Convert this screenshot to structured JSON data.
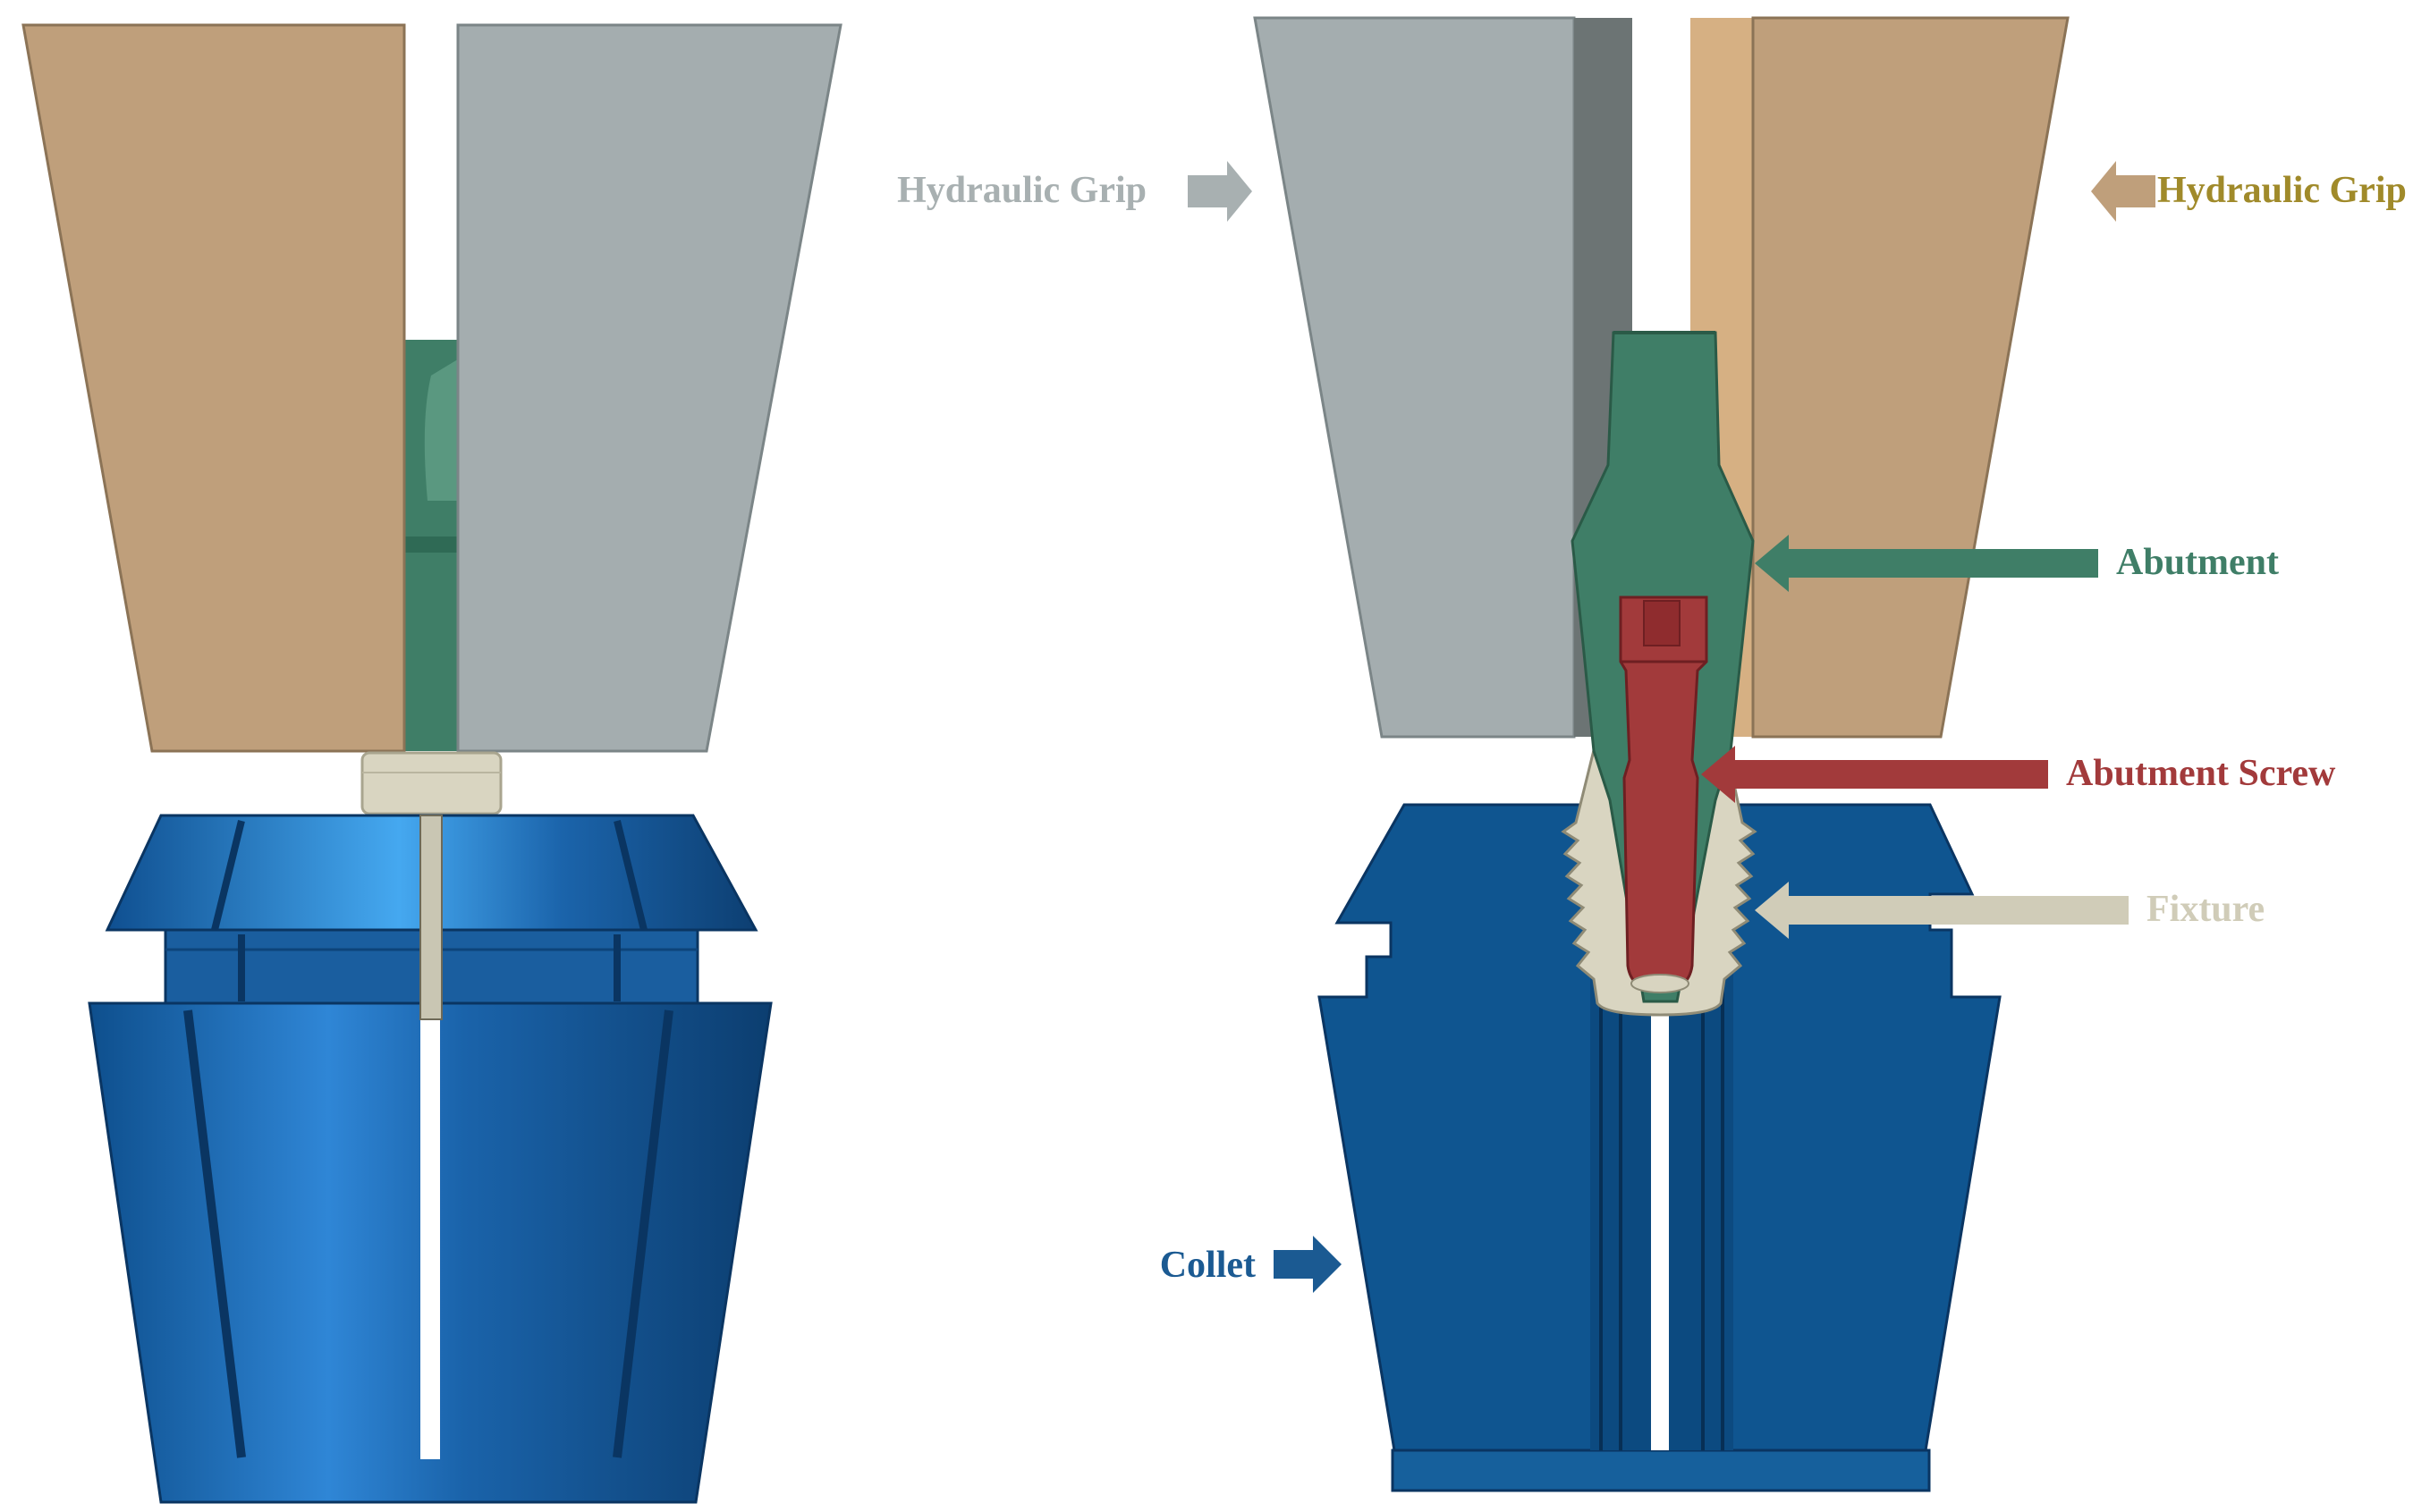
{
  "labels": {
    "hydraulic_grip_left": "Hydraulic Grip",
    "hydraulic_grip_right": "Hydraulic Grip",
    "abutment": "Abutment",
    "abutment_screw": "Abutment Screw",
    "fixture": "Fixture",
    "collet": "Collet"
  },
  "colors": {
    "grip_tan": "#bf9f7b",
    "grip_gray": "#a4adaf",
    "abutment_green": "#3f7e67",
    "screw_red": "#a23a3b",
    "fixture_cream": "#d9d5c1",
    "collet_blue": "#0f5590",
    "label_gray": "#a8b0b1",
    "label_tan": "#a08a2a"
  }
}
